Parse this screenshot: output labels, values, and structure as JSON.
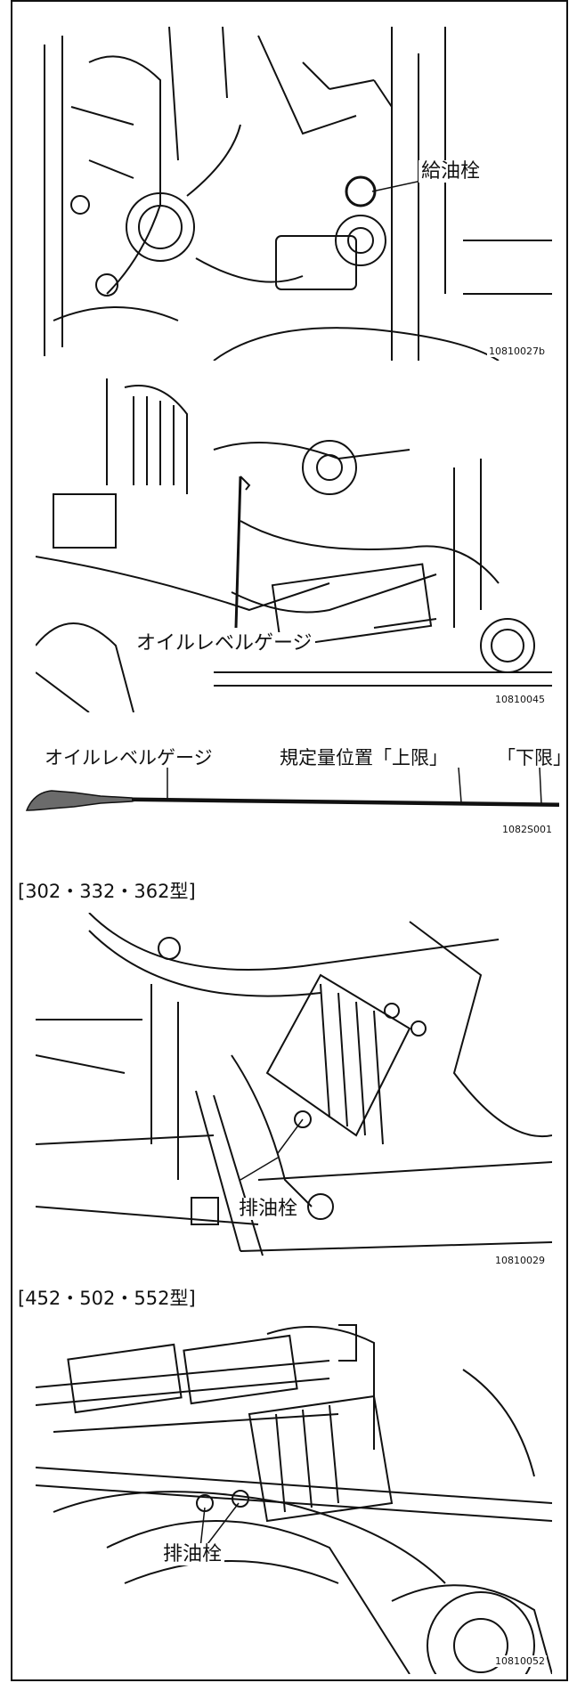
{
  "figures": {
    "fill_plug": {
      "code": "10810027b",
      "callout": "給油栓"
    },
    "dipstick_location": {
      "code": "10810045",
      "callout": "オイルレベルゲージ"
    },
    "dipstick": {
      "code": "1082S001",
      "label_gauge": "オイルレベルゲージ",
      "label_spec": "規定量位置「上限」",
      "label_lower": "「下限」"
    },
    "drain_small": {
      "heading": "[302・332・362型]",
      "code": "10810029",
      "callout": "排油栓"
    },
    "drain_large": {
      "heading": "[452・502・552型]",
      "code": "10810052",
      "callout": "排油栓"
    }
  },
  "colors": {
    "ink": "#111111",
    "paper": "#ffffff",
    "grip": "#6b6b6b"
  }
}
